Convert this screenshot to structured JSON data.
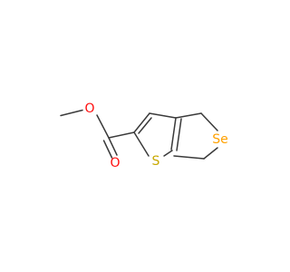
{
  "molecule": {
    "atoms": {
      "O_ether": {
        "label": "O",
        "color": "#ff0d0d"
      },
      "O_carbonyl": {
        "label": "O",
        "color": "#ff0d0d"
      },
      "S": {
        "label": "S",
        "color": "#c8a800"
      },
      "Se": {
        "label": "Se",
        "color": "#ffa100"
      }
    }
  }
}
